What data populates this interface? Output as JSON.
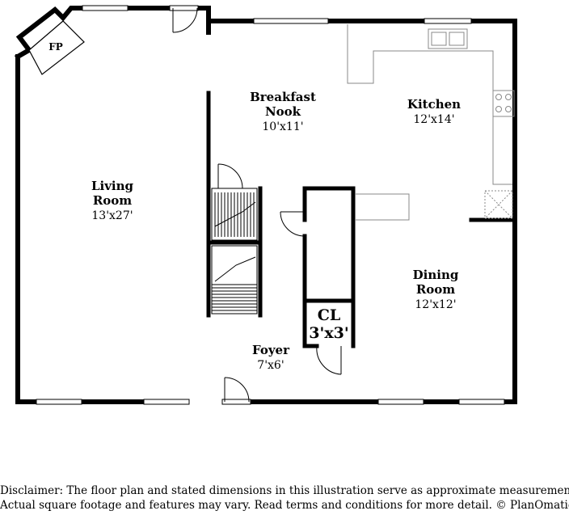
{
  "rooms": {
    "breakfast_nook": {
      "name_line1": "Breakfast",
      "name_line2": "Nook",
      "dimensions": "10'x11'"
    },
    "kitchen": {
      "name": "Kitchen",
      "dimensions": "12'x14'"
    },
    "living_room": {
      "name_line1": "Living",
      "name_line2": "Room",
      "dimensions": "13'x27'"
    },
    "dining_room": {
      "name_line1": "Dining",
      "name_line2": "Room",
      "dimensions": "12'x12'"
    },
    "foyer": {
      "name": "Foyer",
      "dimensions": "7'x6'"
    },
    "closet": {
      "name": "CL",
      "dimensions": "3'x3'"
    },
    "fireplace": {
      "name": "FP"
    }
  },
  "disclaimer": {
    "line1": "Disclaimer: The floor plan and stated dimensions in this illustration serve as approximate measurements.",
    "line2": "Actual square footage and features may vary. Read terms and conditions for more detail. © PlanOmatic"
  },
  "colors": {
    "wall": "#000000",
    "fixture": "#888888",
    "background": "#ffffff"
  }
}
